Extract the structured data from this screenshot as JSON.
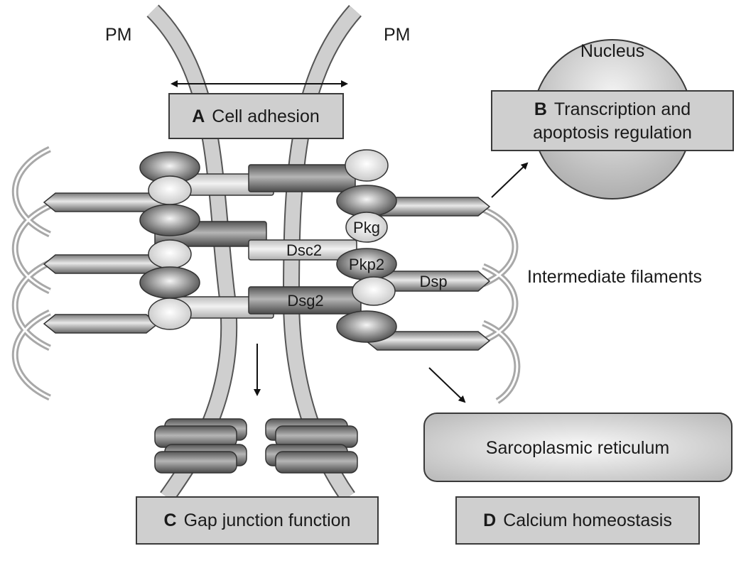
{
  "membranes": {
    "left_label": "PM",
    "right_label": "PM"
  },
  "nucleus": {
    "label": "Nucleus"
  },
  "boxes": {
    "a": {
      "letter": "A",
      "text": "Cell adhesion"
    },
    "b": {
      "letter": "B",
      "line1": "Transcription and",
      "line2": "apoptosis regulation"
    },
    "c": {
      "letter": "C",
      "text": "Gap junction function"
    },
    "d": {
      "letter": "D",
      "text": "Calcium homeostasis"
    }
  },
  "proteins": {
    "pkg": "Pkg",
    "pkp2": "Pkp2",
    "dsc2": "Dsc2",
    "dsg2": "Dsg2",
    "dsp": "Dsp"
  },
  "intermediate_filaments": {
    "label": "Intermediate filaments"
  },
  "sarcoplasmic_reticulum": {
    "label": "Sarcoplasmic reticulum"
  },
  "colors": {
    "box_fill": "#cfcfcf",
    "box_stroke": "#3a3a3a",
    "membrane": "#bdbdbd",
    "dark_protein": "#6e6e6e",
    "light_protein": "#dddddd"
  }
}
